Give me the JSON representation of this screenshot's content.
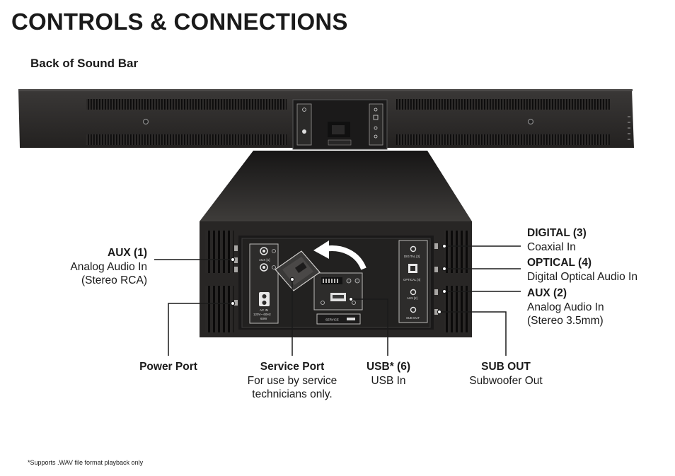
{
  "title": "CONTROLS & CONNECTIONS",
  "subtitle": "Back of Sound Bar",
  "callouts": {
    "aux1": {
      "heading": "AUX (1)",
      "line1": "Analog Audio In",
      "line2": "(Stereo RCA)"
    },
    "power": {
      "heading": "Power Port"
    },
    "service": {
      "heading": "Service Port",
      "line1": "For use by service",
      "line2": "technicians only."
    },
    "usb": {
      "heading": "USB* (6)",
      "line1": "USB In"
    },
    "sub": {
      "heading": "SUB OUT",
      "line1": "Subwoofer Out"
    },
    "digital": {
      "heading": "DIGITAL (3)",
      "line1": "Coaxial In"
    },
    "optical": {
      "heading": "OPTICAL (4)",
      "line1": "Digital Optical Audio In"
    },
    "aux2": {
      "heading": "AUX (2)",
      "line1": "Analog Audio In",
      "line2": "(Stereo 3.5mm)"
    }
  },
  "panel_labels": {
    "aux_1": "AUX [1]",
    "ac_in_1": "AC IN",
    "ac_in_2": "120V~ 60Hz",
    "ac_in_3": "60W",
    "digital_3": "DIGITAL [3]",
    "optical_4": "OPTICAL [4]",
    "aux_2": "AUX [2]",
    "sub_out": "SUB OUT",
    "service": "SERVICE"
  },
  "footnote": "*Supports .WAV file format playback only"
}
